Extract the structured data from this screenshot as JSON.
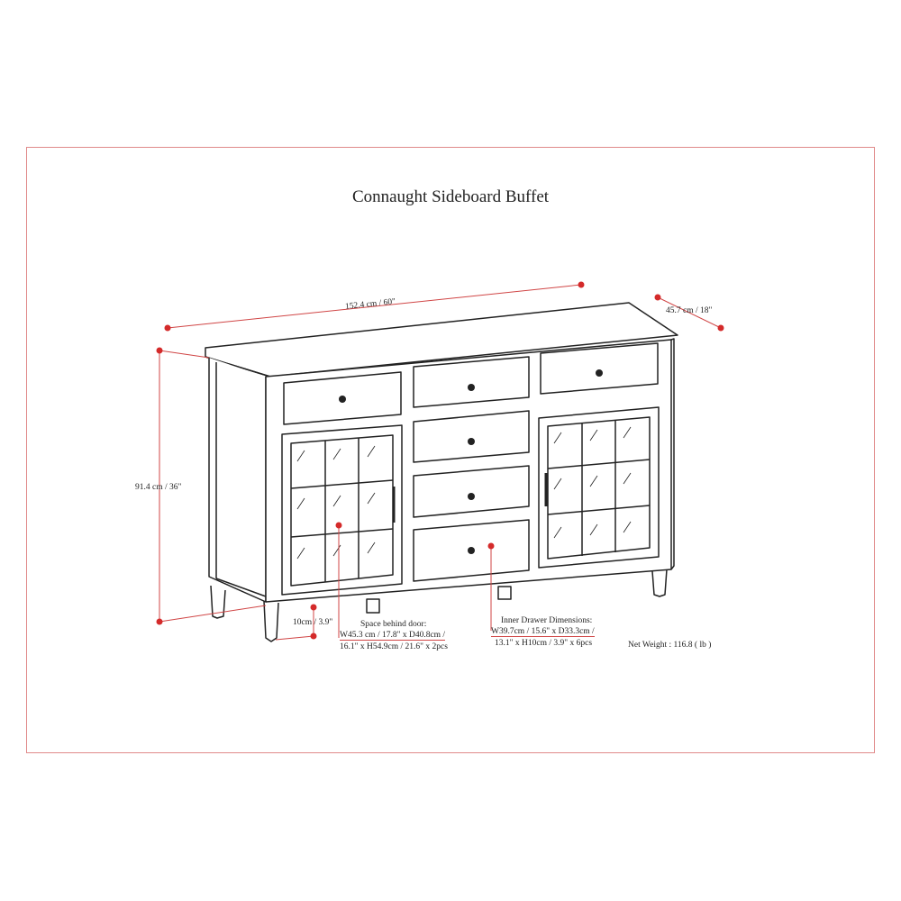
{
  "title": "Connaught Sideboard Buffet",
  "colors": {
    "frame": "#e08a8a",
    "dimension_line": "#d04545",
    "dot": "#d42a2a",
    "line_art": "#222222"
  },
  "dimensions": {
    "width": "152.4 cm / 60\"",
    "depth": "45.7 cm / 18\"",
    "height": "91.4 cm / 36\"",
    "leg_height": "10cm / 3.9\""
  },
  "space_behind_door": {
    "heading": "Space behind door:",
    "line1": "W45.3 cm / 17.8\" x D40.8cm /",
    "line2": "16.1\" x H54.9cm / 21.6\" x 2pcs"
  },
  "inner_drawer": {
    "heading": "Inner Drawer Dimensions:",
    "line1": "W39.7cm / 15.6\" x D33.3cm /",
    "line2": "13.1\" x H10cm / 3.9\" x 6pcs"
  },
  "net_weight": "Net Weight : 116.8 ( lb )"
}
